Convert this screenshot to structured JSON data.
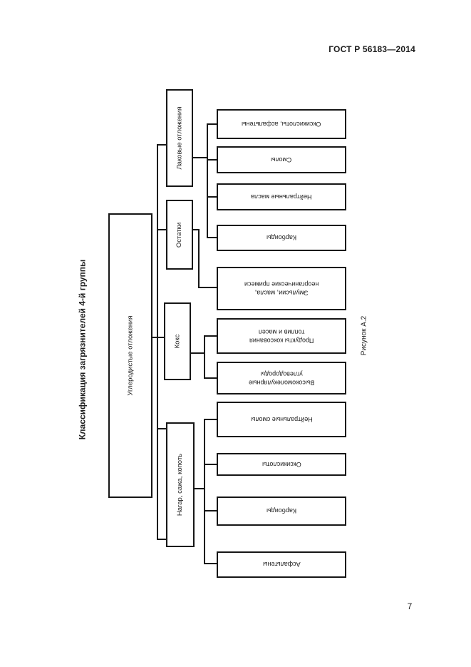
{
  "page": {
    "header": "ГОСТ Р 56183—2014",
    "page_number": "7",
    "side_title": "Классификация загрязнителей 4-й группы",
    "figure_caption": "Рисунок А.2"
  },
  "colors": {
    "ink": "#161616",
    "paper": "#ffffff"
  },
  "diagram": {
    "root": {
      "label": "Углеродистые отложения"
    },
    "categories": [
      {
        "label": "Лаковые отложения"
      },
      {
        "label": "Остатки"
      },
      {
        "label": "Кокс"
      },
      {
        "label": "Нагар, сажа, копоть"
      }
    ],
    "leaves": [
      {
        "label": "Оксикислоты, асфальтены",
        "parent": "Лаковые отложения"
      },
      {
        "label": "Смолы",
        "parent": "Лаковые отложения"
      },
      {
        "label": "Нейтральные масла",
        "parent": "Лаковые отложения"
      },
      {
        "label": "Карбоиды",
        "parent": "Лаковые отложения"
      },
      {
        "label": "Эмульсии, масла,\nнеорганические примеси",
        "parent": "Остатки"
      },
      {
        "label": "Продукты коксования\nтоплив и масел",
        "parent": "Кокс"
      },
      {
        "label": "Высокомолекулярные\nуглеводороды",
        "parent": "Кокс"
      },
      {
        "label": "Нейтральные смолы",
        "parent": "Нагар, сажа, копоть"
      },
      {
        "label": "Оксикислоты",
        "parent": "Нагар, сажа, копоть"
      },
      {
        "label": "Карбоиды",
        "parent": "Нагар, сажа, копоть"
      },
      {
        "label": "Асфальтены",
        "parent": "Нагар, сажа, копоть"
      }
    ]
  }
}
